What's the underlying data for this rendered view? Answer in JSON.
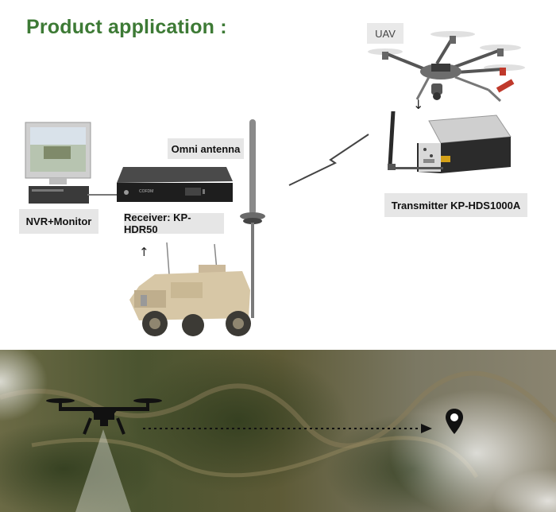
{
  "page": {
    "title": "Product application :"
  },
  "labels": {
    "uav": "UAV",
    "omni_antenna": "Omni antenna",
    "nvr_monitor": "NVR+Monitor",
    "receiver": "Receiver: KP-HDR50",
    "transmitter": "Transmitter KP-HDS1000A"
  },
  "receiver_panel_text": "COFDM",
  "colors": {
    "title_green": "#3d7a35",
    "label_bg": "#e6e6e6"
  },
  "icons": [
    "drone-icon",
    "location-pin-icon",
    "lightning-link-icon",
    "arrow-down-icon",
    "arrow-up-icon"
  ]
}
